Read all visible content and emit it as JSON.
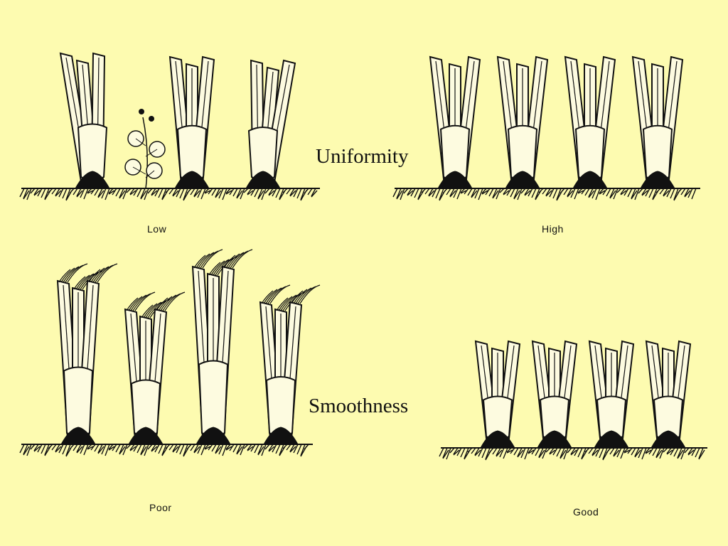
{
  "headings": {
    "uniformity": "Uniformity",
    "smoothness": "Smoothness"
  },
  "panels": {
    "low": {
      "caption": "Low",
      "stalks": 3,
      "has_weed": true,
      "ragged_tops": false,
      "leaning": true
    },
    "high": {
      "caption": "High",
      "stalks": 4,
      "has_weed": false,
      "ragged_tops": false,
      "leaning": false
    },
    "poor": {
      "caption": "Poor",
      "stalks": 4,
      "has_weed": false,
      "ragged_tops": true,
      "leaning": false
    },
    "good": {
      "caption": "Good",
      "stalks": 4,
      "has_weed": false,
      "ragged_tops": false,
      "leaning": false
    }
  },
  "colors": {
    "background": "#fdfbb0",
    "ink": "#111111",
    "stalk_fill": "#fdfbe0"
  }
}
